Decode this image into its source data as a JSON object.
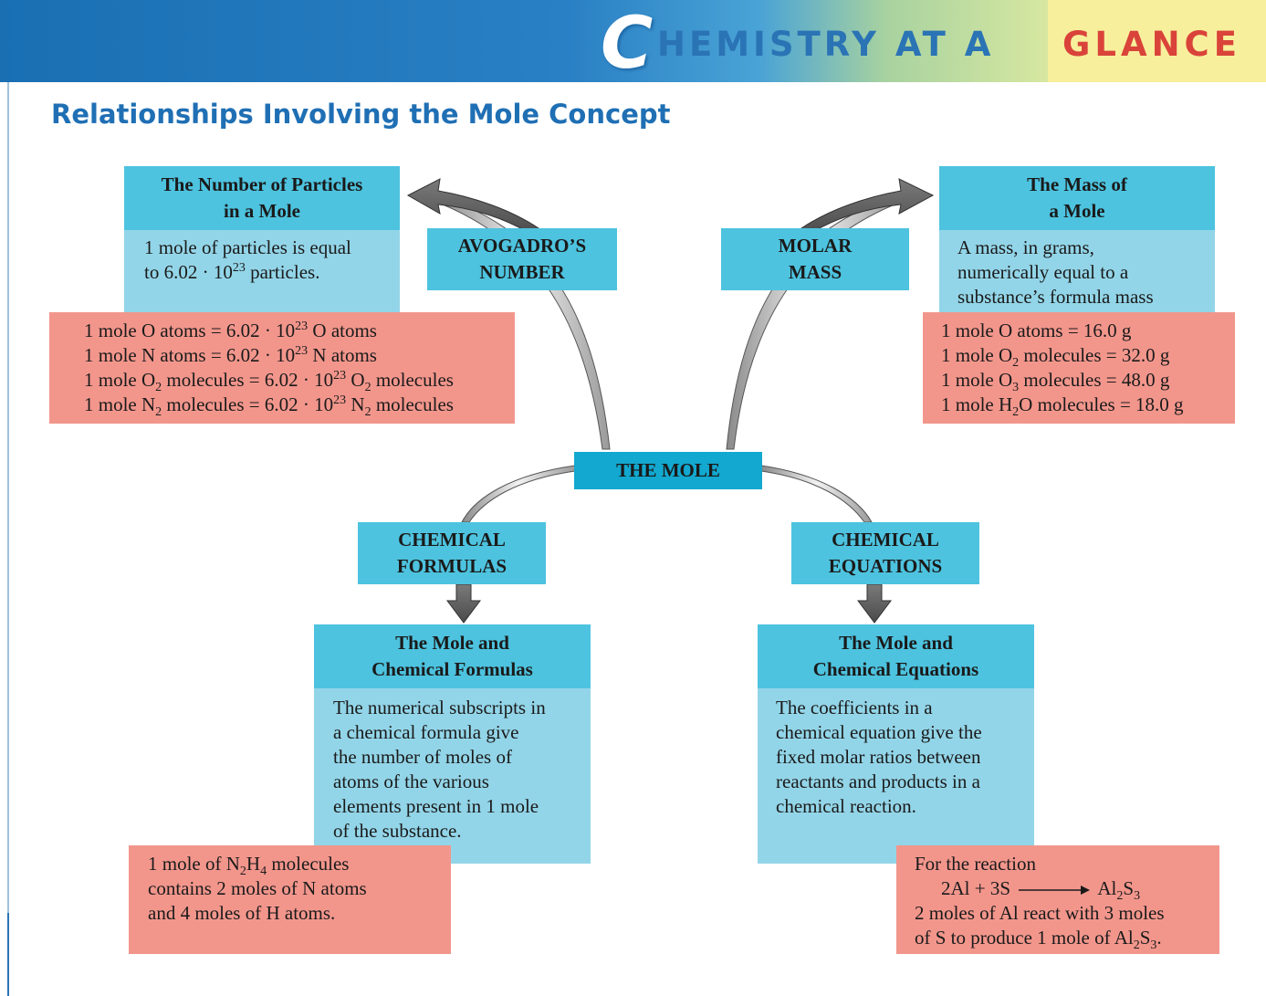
{
  "banner": {
    "initial": "C",
    "title_rest": "HEMISTRY AT A",
    "glance": "GLANCE"
  },
  "subtitle": "Relationships Involving the Mole Concept",
  "center": {
    "label": "THE MOLE"
  },
  "connectors": {
    "avogadro": "AVOGADRO’S NUMBER",
    "avogadro_l1": "AVOGADRO’S",
    "avogadro_l2": "NUMBER",
    "molar_l1": "MOLAR",
    "molar_l2": "MASS",
    "formulas_l1": "CHEMICAL",
    "formulas_l2": "FORMULAS",
    "equations_l1": "CHEMICAL",
    "equations_l2": "EQUATIONS"
  },
  "particles": {
    "title_l1": "The Number of Particles",
    "title_l2": "in a Mole",
    "desc_l1": "1 mole of particles is equal",
    "desc_l2_a": "to 6.02 ·  10",
    "desc_l2_sup": "23",
    "desc_l2_b": " particles.",
    "examples": [
      {
        "a": "1 mole O atoms = 6.02 ·  10",
        "sup": "23",
        "b": " O atoms"
      },
      {
        "a": "1 mole N atoms = 6.02 ·  10",
        "sup": "23",
        "b": " N atoms"
      },
      {
        "a": "1 mole O",
        "sub1": "2",
        "m": " molecules = 6.02 ·  10",
        "sup": "23",
        "c": " O",
        "sub2": "2",
        "d": " molecules"
      },
      {
        "a": "1 mole N",
        "sub1": "2",
        "m": " molecules = 6.02 ·  10",
        "sup": "23",
        "c": " N",
        "sub2": "2",
        "d": " molecules"
      }
    ]
  },
  "mass": {
    "title_l1": "The Mass of",
    "title_l2": "a Mole",
    "desc_l1": "A mass, in grams,",
    "desc_l2": "numerically equal to a",
    "desc_l3": "substance’s formula mass",
    "ex1": "1 mole O atoms = 16.0 g",
    "ex2_a": "1 mole O",
    "ex2_sub": "2",
    "ex2_b": " molecules = 32.0 g",
    "ex3_a": "1 mole O",
    "ex3_sub": "3",
    "ex3_b": " molecules = 48.0 g",
    "ex4_a": "1 mole H",
    "ex4_sub": "2",
    "ex4_b": "O molecules = 18.0 g"
  },
  "formulas": {
    "title_l1": "The Mole and",
    "title_l2": "Chemical Formulas",
    "desc": [
      "The numerical subscripts in",
      "a chemical formula give",
      "the number of moles of",
      "atoms of the various",
      "elements present in 1 mole",
      "of the substance."
    ],
    "ex1_a": "1 mole of N",
    "ex1_sub1": "2",
    "ex1_m": "H",
    "ex1_sub2": "4",
    "ex1_b": " molecules",
    "ex2": "contains 2 moles of N atoms",
    "ex3": "and 4 moles of H atoms."
  },
  "equations": {
    "title_l1": "The Mole and",
    "title_l2": "Chemical Equations",
    "desc": [
      "The coefficients in a",
      "chemical equation give the",
      "fixed molar ratios between",
      "reactants and products in a",
      "chemical reaction."
    ],
    "ex1": "For the reaction",
    "eq_left": "2Al + 3S",
    "eq_right_a": "Al",
    "eq_right_sub1": "2",
    "eq_right_m": "S",
    "eq_right_sub2": "3",
    "ex3": "2 moles of Al react with 3 moles",
    "ex4_a": "of S to produce 1 mole of Al",
    "ex4_sub1": "2",
    "ex4_m": "S",
    "ex4_sub2": "3",
    "ex4_b": "."
  },
  "colors": {
    "header_cyan": "#4dc3df",
    "body_cyan": "#93d5e8",
    "pink": "#f2968c",
    "center_blue": "#12a8cf",
    "title_blue": "#1f6fb4",
    "glance_red": "#d9433a"
  }
}
